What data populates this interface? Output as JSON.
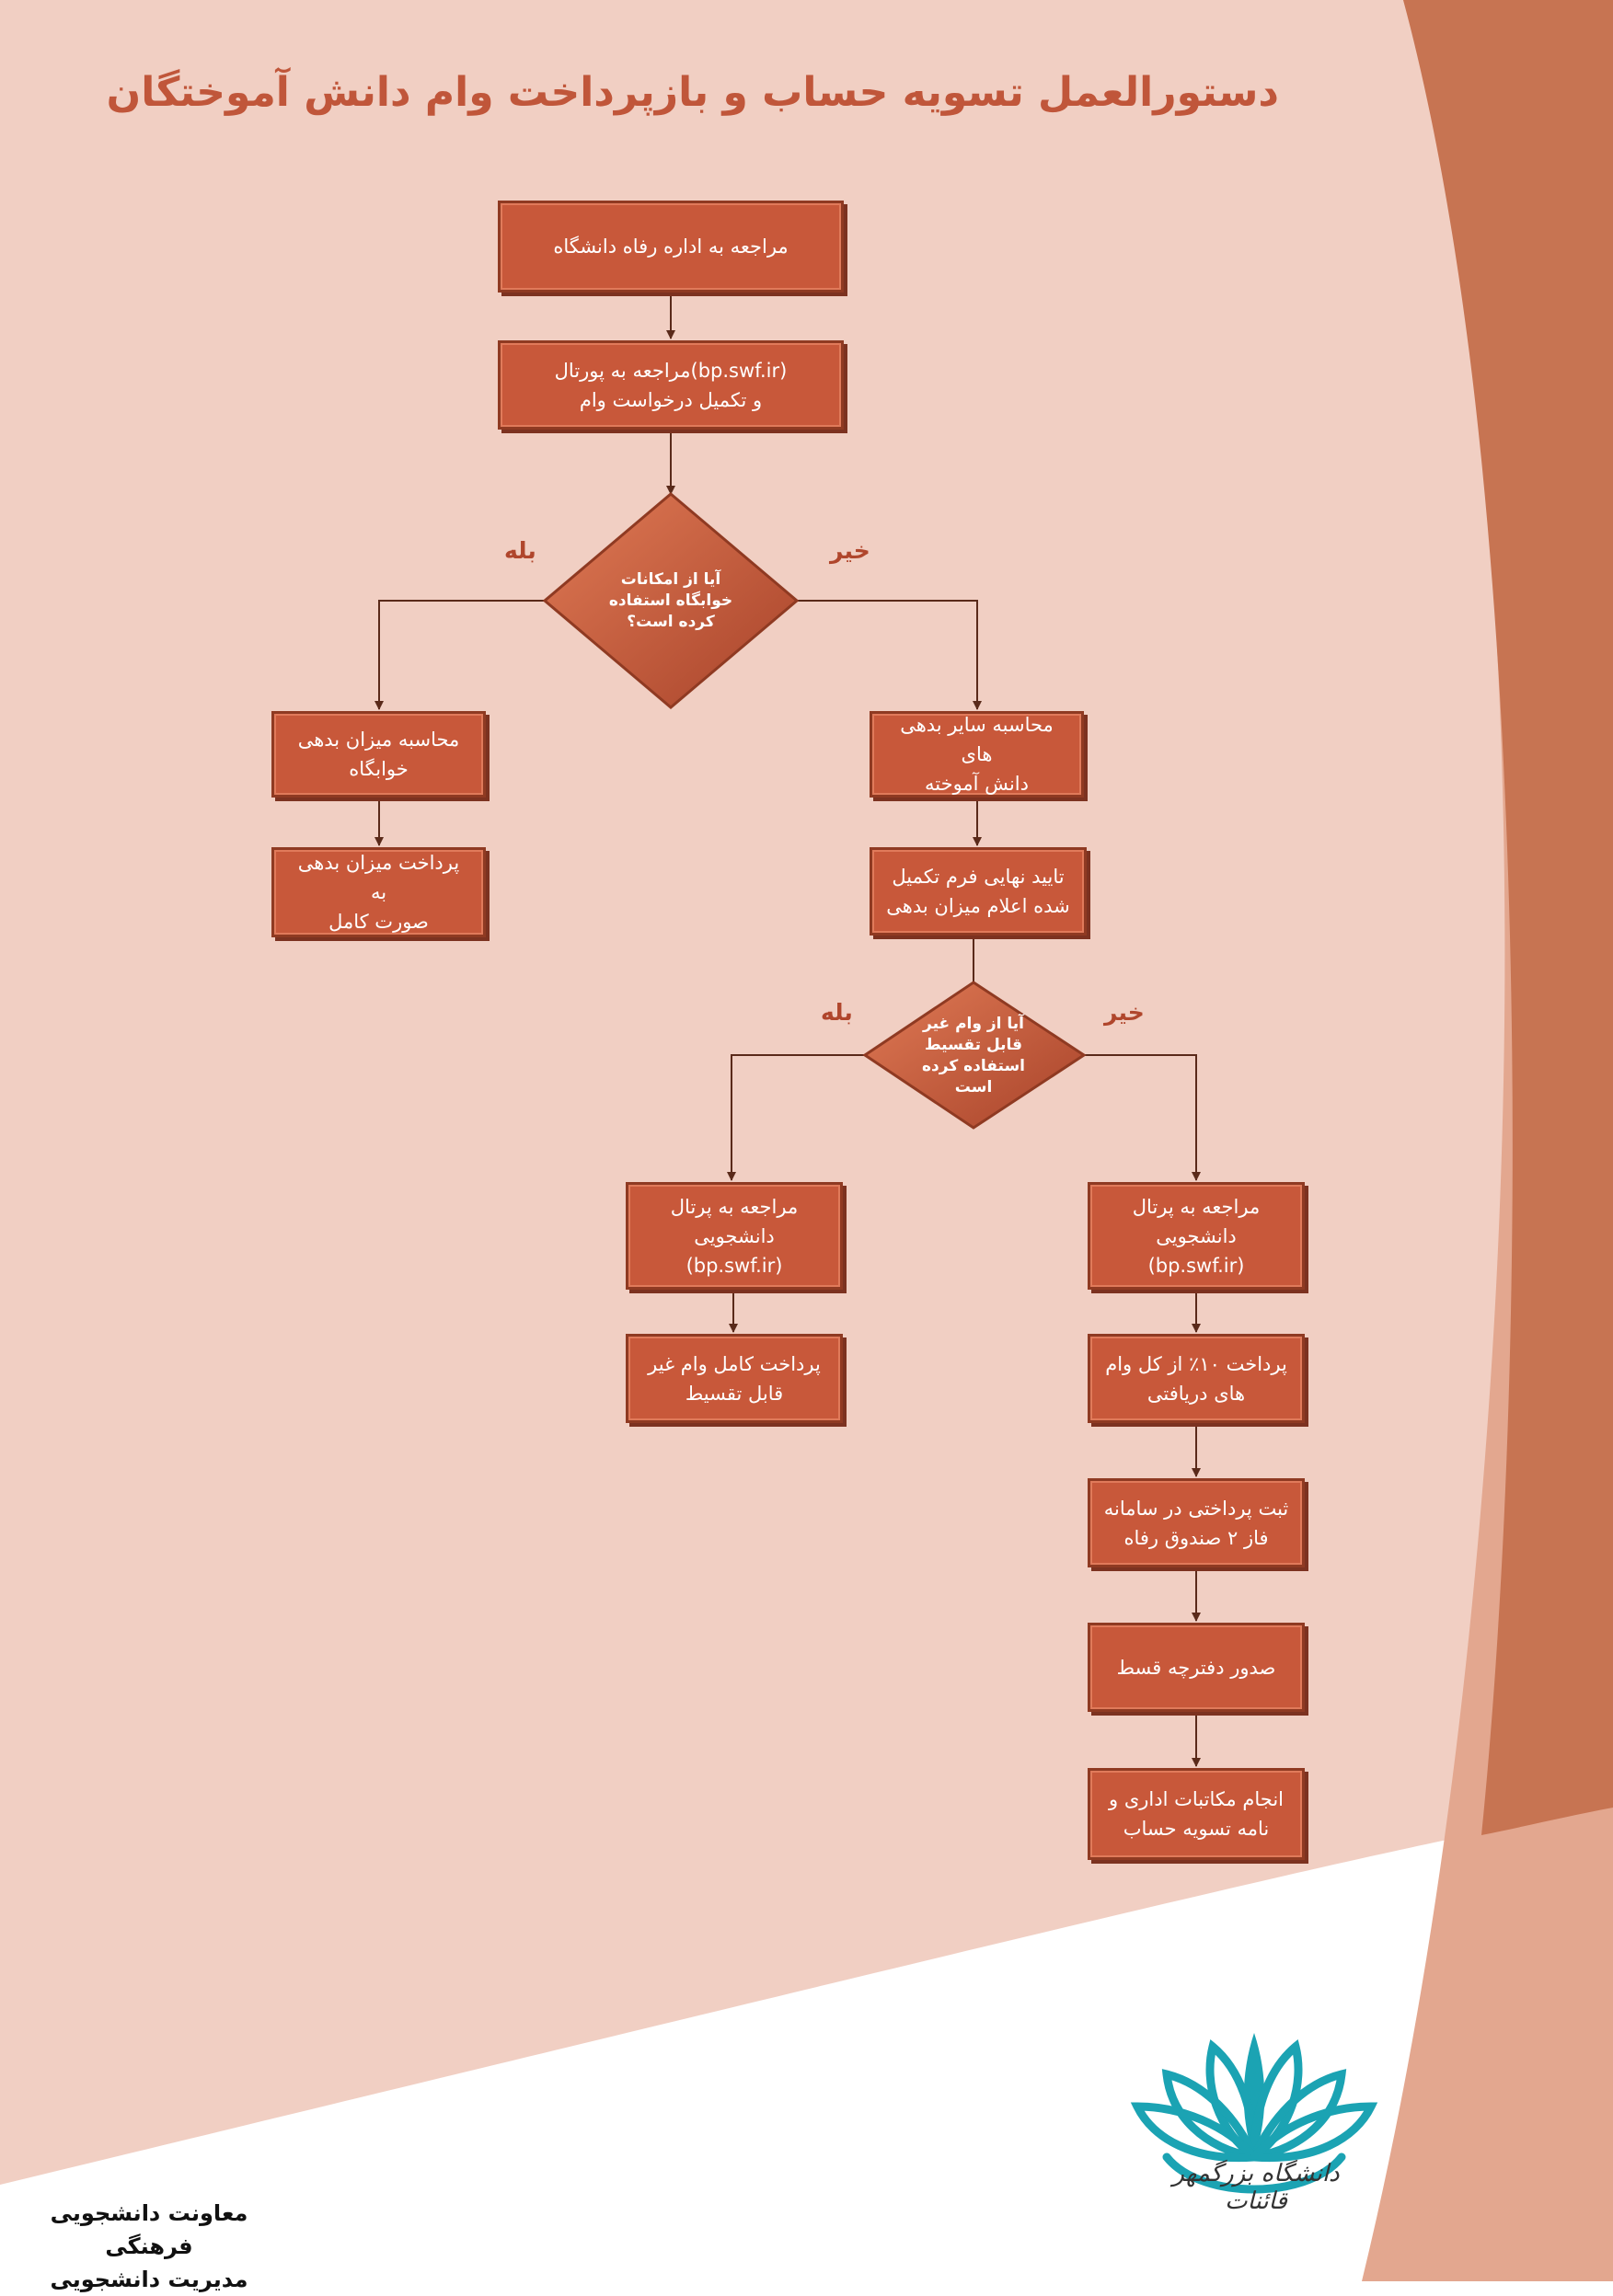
{
  "colors": {
    "accent": "#c8583a",
    "page": "#f1cfc3",
    "band": "#c77452",
    "title": "#c0563a"
  },
  "title": "دستورالعمل تسویه حساب و بازپرداخت وام دانش آموختگان",
  "nodes": {
    "welfare_office": "مراجعه به اداره رفاه دانشگاه",
    "portal_request": "(bp.swf.ir)مراجعه به پورتال\nو تکمیل درخواست وام",
    "dorm_question": "آیا از امکانات\nخوابگاه استفاده\nکرده است؟",
    "dorm_debt": "محاسبه میزان بدهی\nخوابگاه",
    "dorm_pay": "پرداخت میزان بدهی به\nصورت کامل",
    "other_debts": "محاسبه سایر بدهی های\nدانش آموخته",
    "final_confirm": "تایید نهایی فرم تکمیل\nشده اعلام میزان بدهی",
    "loan_question": "آیا از وام غیر\nقابل تقسیط\nاستفاده کرده\nاست",
    "portal_yes": "مراجعه به پرتال\nدانشجویی\n(bp.swf.ir)",
    "full_pay": "پرداخت کامل وام غیر\nقابل تقسیط",
    "portal_no": "مراجعه به پرتال\nدانشجویی\n(bp.swf.ir)",
    "pay_ten": "پرداخت ۱۰٪ از کل وام\nهای دریافتی",
    "register_pay": "ثبت پرداختی در سامانه\nفاز ۲ صندوق رفاه",
    "booklet": "صدور دفترچه قسط",
    "settlement": "انجام مکاتبات اداری و\nنامه تسویه حساب"
  },
  "labels": {
    "yes_1": "بله",
    "no_1": "خیر",
    "yes_2": "بله",
    "no_2": "خیر"
  },
  "footer": {
    "lines": "معاونت دانشجویی فرهنگی\nمدیریت دانشجویی"
  },
  "logo": {
    "text": "دانشگاه بزرگمهر قائنات",
    "icon": "lotus-logo-icon",
    "color": "#1ba3b3"
  }
}
